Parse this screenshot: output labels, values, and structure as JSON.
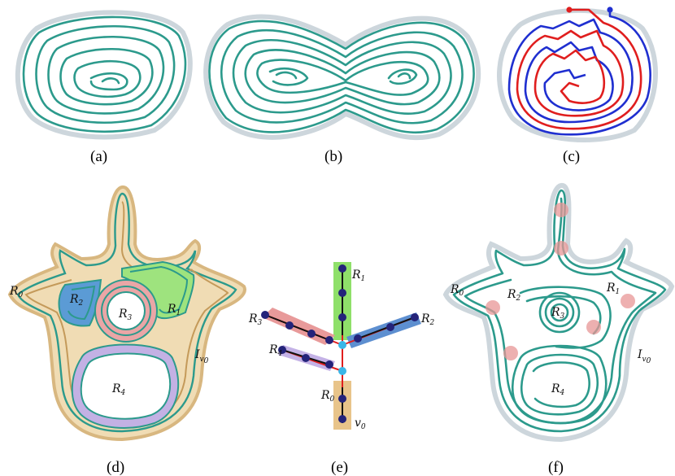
{
  "captions": {
    "a": "(a)",
    "b": "(b)",
    "c": "(c)",
    "d": "(d)",
    "e": "(e)",
    "f": "(f)"
  },
  "regions": {
    "r0": "R",
    "r0_sub": "0",
    "r1": "R",
    "r1_sub": "1",
    "r2": "R",
    "r2_sub": "2",
    "r3": "R",
    "r3_sub": "3",
    "r4": "R",
    "r4_sub": "4"
  },
  "labels": {
    "interval": "I",
    "interval_sub": "v",
    "interval_subsub": "0",
    "root": "v",
    "root_sub": "0"
  },
  "colors": {
    "teal_path": "#2c9a8c",
    "red_path": "#e01e1e",
    "blue_path": "#1f2fd0",
    "r0_band": "#e8c48a",
    "r1_band": "#7ede62",
    "r2_band": "#3f86c8",
    "r3_band": "#e79a9a",
    "r4_band": "#a88fd6",
    "node_dark": "#24237a",
    "node_light": "#39b6e8",
    "tree_edge_red": "#e01e1e",
    "tree_edge_black": "#111111"
  }
}
